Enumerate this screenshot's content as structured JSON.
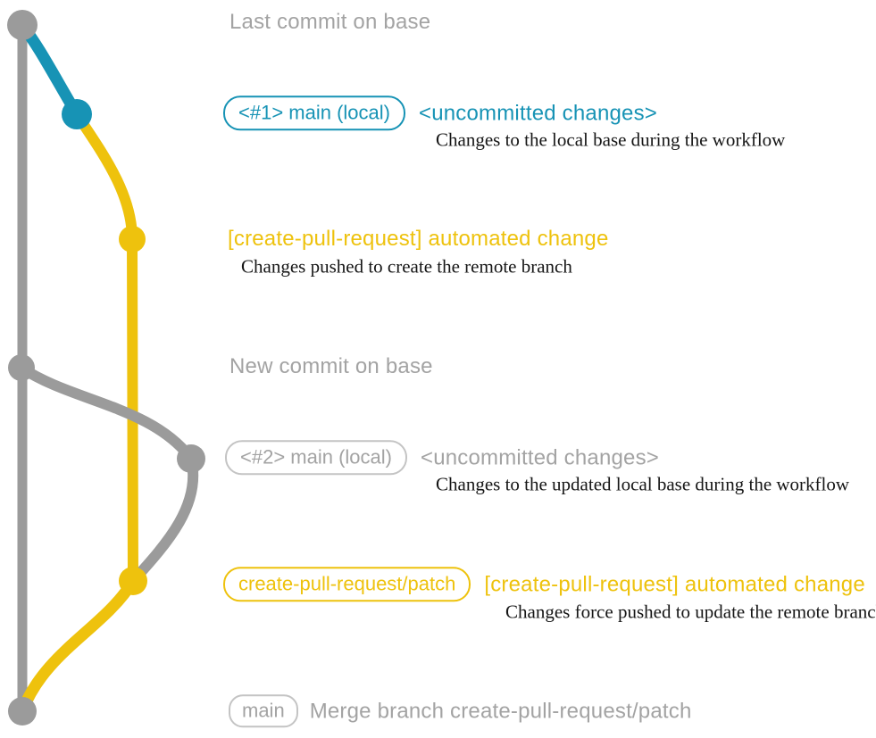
{
  "colors": {
    "gray": "#9b9b9b",
    "teal": "#1793b5",
    "yellow": "#eec20d",
    "ink": "#161616",
    "text_gray": "#a3a3a3",
    "box_gray": "#c4c4c4"
  },
  "graph": {
    "commits": [
      {
        "name": "last-commit-on-base",
        "branch": "base",
        "color": "gray"
      },
      {
        "name": "main-local-1",
        "branch": "main-local",
        "color": "teal"
      },
      {
        "name": "automated-change-1",
        "branch": "create-pull-request-patch",
        "color": "yellow"
      },
      {
        "name": "new-commit-on-base",
        "branch": "base",
        "color": "gray"
      },
      {
        "name": "main-local-2",
        "branch": "main-local",
        "color": "gray"
      },
      {
        "name": "automated-change-2-force-push",
        "branch": "create-pull-request-patch",
        "color": "yellow"
      },
      {
        "name": "merge-commit",
        "branch": "base",
        "color": "gray"
      }
    ]
  },
  "rows": {
    "last_commit": {
      "text": "Last commit on base"
    },
    "row1": {
      "badge": "<#1> main (local)",
      "title": "<uncommitted changes>",
      "caption": "Changes to the local base during the workflow"
    },
    "row2": {
      "title": "[create-pull-request] automated change",
      "caption": "Changes pushed to create the remote branch"
    },
    "new_commit": {
      "text": "New commit on base"
    },
    "row3": {
      "badge": "<#2> main (local)",
      "title": "<uncommitted changes>",
      "caption": "Changes to the updated local base during the workflow"
    },
    "row4": {
      "badge": "create-pull-request/patch",
      "title": "[create-pull-request] automated change",
      "caption": "Changes force pushed to update the remote branch"
    },
    "merge": {
      "badge": "main",
      "text": "Merge branch create-pull-request/patch"
    }
  }
}
